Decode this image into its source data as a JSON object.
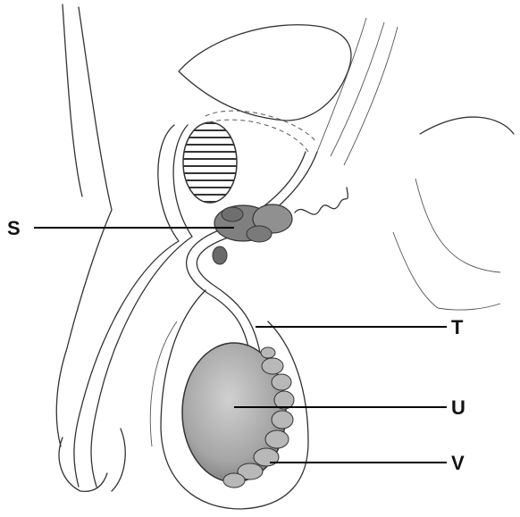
{
  "labels": {
    "s": "S",
    "t": "T",
    "u": "U",
    "v": "V"
  },
  "colors": {
    "line": "#333333",
    "testis_fill": "#9a9a9a",
    "gland_fill": "#777777",
    "background": "#ffffff"
  }
}
